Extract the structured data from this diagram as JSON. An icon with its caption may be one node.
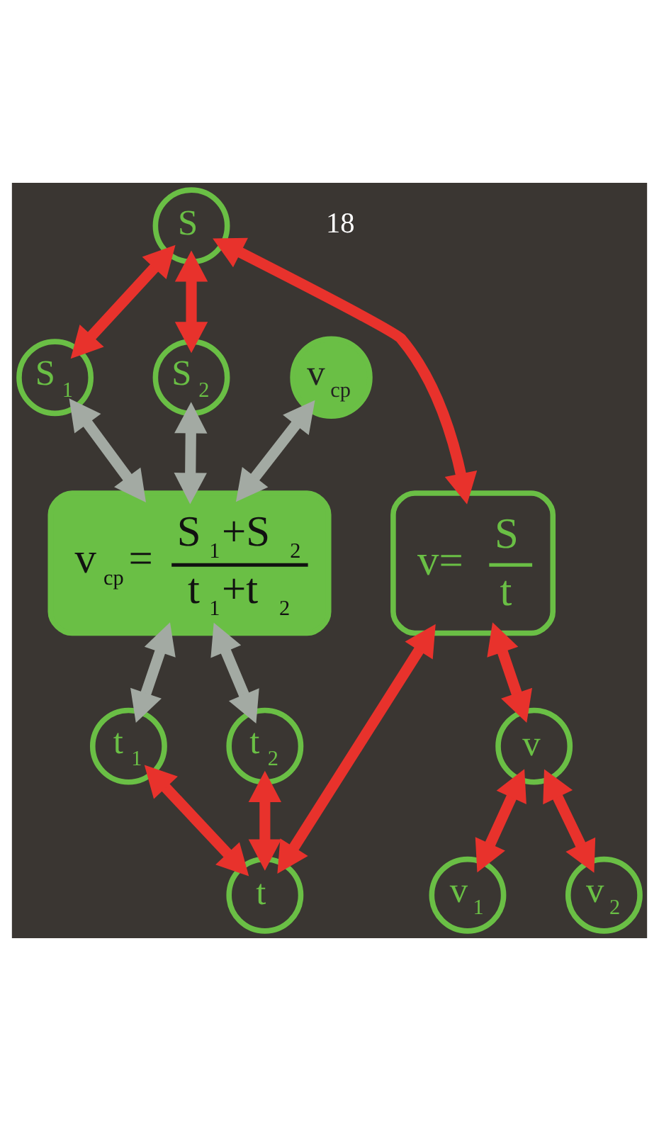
{
  "diagram": {
    "nodes": [
      {
        "text": [
          "S"
        ]
      },
      {
        "text": [
          "S$_{1}$"
        ]
      },
      {
        "text": [
          "S$_{2}$"
        ]
      },
      {
        "text": [
          "v$_{cp}$"
        ]
      },
      {
        "text": [
          "v$_{cp}$=",
          "S$_{1}$+S$_{2}$",
          "t$_{1}$+t$_{2}$"
        ]
      },
      {
        "text": [
          "v=",
          "S",
          "t"
        ]
      },
      {
        "text": [
          "t$_{1}$"
        ]
      },
      {
        "text": [
          "t$_{2}$"
        ]
      },
      {
        "text": [
          "v"
        ]
      },
      {
        "text": [
          "t"
        ]
      },
      {
        "text": [
          "v$_{1}$"
        ]
      },
      {
        "text": [
          "v$_{2}$"
        ]
      }
    ],
    "edges": [
      {
        "from": 5,
        "to": 0,
        "arrow": "both"
      },
      {
        "from": 0,
        "to": 1,
        "arrow": "both"
      },
      {
        "from": 0,
        "to": 2,
        "arrow": "both"
      },
      {
        "from": 1,
        "to": 4,
        "arrow": "both",
        "color": "#a3aaa3"
      },
      {
        "from": 2,
        "to": 4,
        "arrow": "both",
        "color": "#a3aaa3"
      },
      {
        "from": 3,
        "to": 4,
        "arrow": "both",
        "color": "#a3aaa3"
      },
      {
        "from": 5,
        "to": 8,
        "arrow": "both"
      },
      {
        "from": 4,
        "to": 6,
        "arrow": "both",
        "color": "#a3aaa3"
      },
      {
        "from": 4,
        "to": 7,
        "arrow": "both",
        "color": "#a3aaa3"
      },
      {
        "from": 6,
        "to": 9,
        "arrow": "both"
      },
      {
        "from": 7,
        "to": 9,
        "arrow": "both"
      },
      {
        "from": 8,
        "to": 10,
        "arrow": "both"
      },
      {
        "from": 8,
        "to": 11,
        "arrow": "both"
      },
      {
        "from": 9,
        "to": 5,
        "arrow": "both"
      }
    ],
    "labels": [
      "18"
    ]
  }
}
